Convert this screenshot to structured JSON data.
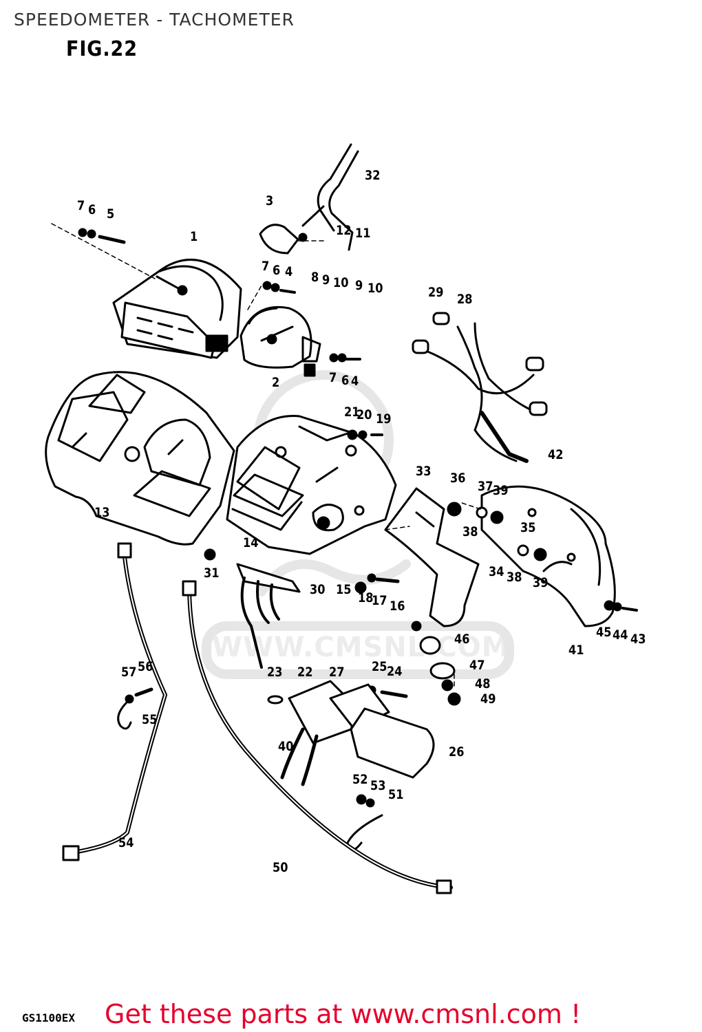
{
  "header": {
    "title": "SPEEDOMETER - TACHOMETER",
    "figure": "FIG.22"
  },
  "watermark": "WWW.CMSNL.COM",
  "footer": {
    "model": "GS1100EX",
    "promo": "Get these parts at www.cmsnl.com !"
  },
  "labels": [
    "7",
    "6",
    "5",
    "1",
    "3",
    "32",
    "12",
    "11",
    "8",
    "9",
    "10",
    "9",
    "10",
    "7",
    "6",
    "4",
    "29",
    "28",
    "2",
    "7",
    "6",
    "4",
    "21",
    "20",
    "19",
    "42",
    "13",
    "33",
    "36",
    "37",
    "39",
    "38",
    "35",
    "14",
    "31",
    "34",
    "38",
    "39",
    "30",
    "15",
    "18",
    "17",
    "16",
    "45",
    "44",
    "43",
    "41",
    "46",
    "57",
    "56",
    "23",
    "22",
    "27",
    "25",
    "24",
    "47",
    "48",
    "49",
    "55",
    "26",
    "40",
    "52",
    "53",
    "51",
    "54",
    "50"
  ]
}
